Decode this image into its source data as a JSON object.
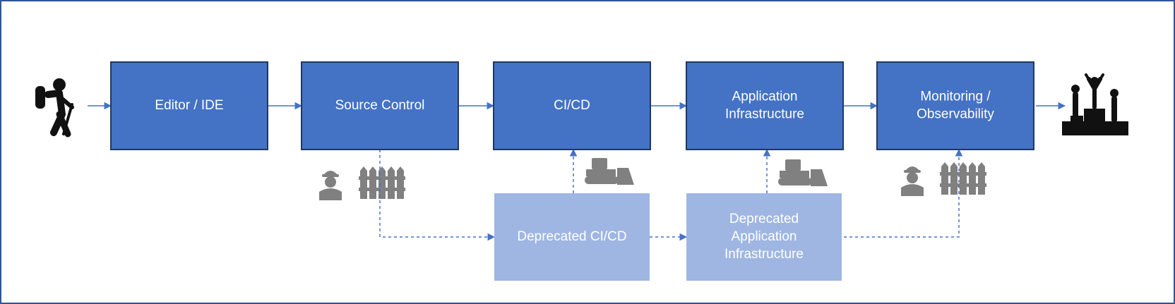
{
  "colors": {
    "primary_fill": "#4472c4",
    "primary_stroke": "#1f3864",
    "deprecated_fill": "#9fb6e2",
    "connector": "#4472c4",
    "icon_gray": "#808080",
    "icon_black": "#111111",
    "frame": "#2f5597"
  },
  "stages": [
    {
      "id": "editor",
      "lines": [
        "Editor / IDE"
      ]
    },
    {
      "id": "source-control",
      "lines": [
        "Source Control"
      ]
    },
    {
      "id": "cicd",
      "lines": [
        "CI/CD"
      ]
    },
    {
      "id": "app-infra",
      "lines": [
        "Application",
        "Infrastructure"
      ]
    },
    {
      "id": "monitoring",
      "lines": [
        "Monitoring /",
        "Observability"
      ]
    }
  ],
  "deprecated": [
    {
      "id": "deprecated-cicd",
      "lines": [
        "Deprecated CI/CD"
      ]
    },
    {
      "id": "deprecated-app-infra",
      "lines": [
        "Deprecated",
        "Application",
        "Infrastructure"
      ]
    }
  ],
  "icons": {
    "start": "hiker-icon",
    "end": "podium-icon",
    "worker": "worker-icon",
    "fence": "fence-icon",
    "bulldozer": "bulldozer-icon"
  }
}
